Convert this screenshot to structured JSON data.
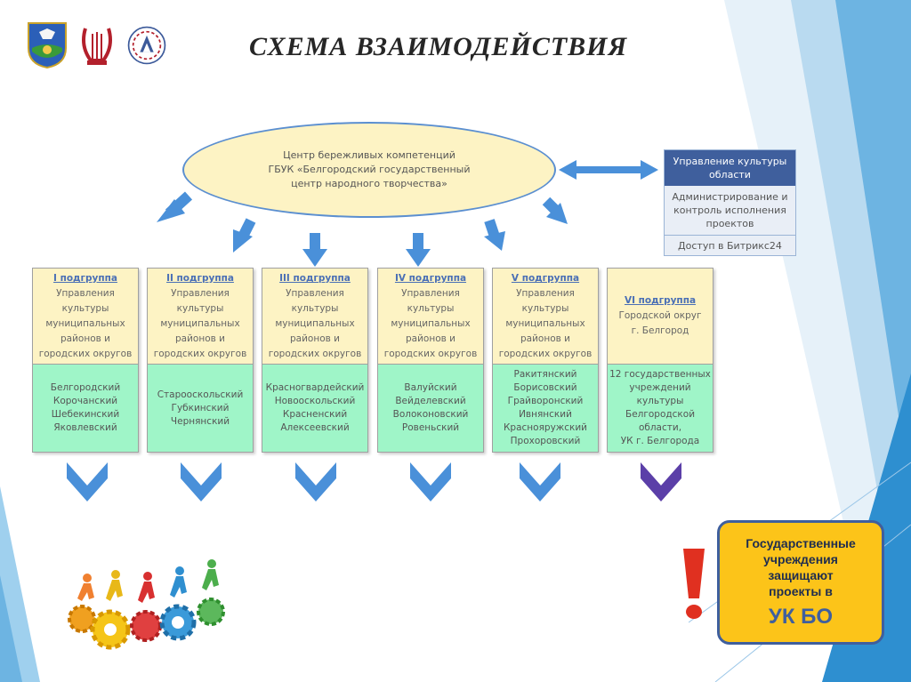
{
  "title": "СХЕМА ВЗАИМОДЕЙСТВИЯ",
  "center": {
    "line1": "Центр бережливых компетенций",
    "line2": "ГБУК «Белгородский государственный",
    "line3": "центр народного творчества»"
  },
  "admin": {
    "header_line1": "Управление культуры",
    "header_line2": "области",
    "middle_line1": "Администрирование и",
    "middle_line2": "контроль исполнения",
    "middle_line3": "проектов",
    "footer": "Доступ в Битрикс24"
  },
  "groups": [
    {
      "name": "I подгруппа",
      "desc": [
        "Управления",
        "культуры",
        "муниципальных",
        "районов и",
        "городских округов"
      ],
      "members": [
        "Белгородский",
        "Корочанский",
        "Шебекинский",
        "Яковлевский"
      ]
    },
    {
      "name": "II подгруппа",
      "desc": [
        "Управления",
        "культуры",
        "муниципальных",
        "районов и",
        "городских округов"
      ],
      "members": [
        "Старооскольский",
        "Губкинский",
        "Чернянский"
      ]
    },
    {
      "name": "III подгруппа",
      "desc": [
        "Управления",
        "культуры",
        "муниципальных",
        "районов и",
        "городских округов"
      ],
      "members": [
        "Красногвардейский",
        "Новооскольский",
        "Красненский",
        "Алексеевский"
      ]
    },
    {
      "name": "IV подгруппа",
      "desc": [
        "Управления",
        "культуры",
        "муниципальных",
        "районов и",
        "городских округов"
      ],
      "members": [
        "Валуйский",
        "Вейделевский",
        "Волоконовский",
        "Ровеньский"
      ]
    },
    {
      "name": "V подгруппа",
      "desc": [
        "Управления",
        "культуры",
        "муниципальных",
        "районов и",
        "городских округов"
      ],
      "members": [
        "Ракитянский",
        "Борисовский",
        "Грайворонский",
        "Ивнянский",
        "Краснояружский",
        "Прохоровский"
      ]
    },
    {
      "name": "VI подгруппа",
      "desc": [
        "Городской округ",
        "г. Белгород"
      ],
      "members": [
        "12 государственных",
        "учреждений",
        "культуры",
        "Белгородской",
        "области,",
        "УК г. Белгорода"
      ]
    }
  ],
  "note": {
    "line1": "Государственные",
    "line2": "учреждения",
    "line3": "защищают",
    "line4": "проекты в",
    "big": "УК БО"
  },
  "colors": {
    "accent_blue": "#3f5f9d",
    "arrow_blue": "#4a90d9",
    "chevron_vi": "#5b3fa8",
    "ellipse_fill": "#fdf3c4",
    "member_fill": "#9ff5c8",
    "note_fill": "#fcc419",
    "exclaim_red": "#e03020"
  },
  "icons": [
    "belgorod-coat-of-arms-icon",
    "lyre-emblem-icon",
    "folk-art-center-emblem-icon",
    "exclamation-icon",
    "running-people-gears-icon"
  ]
}
